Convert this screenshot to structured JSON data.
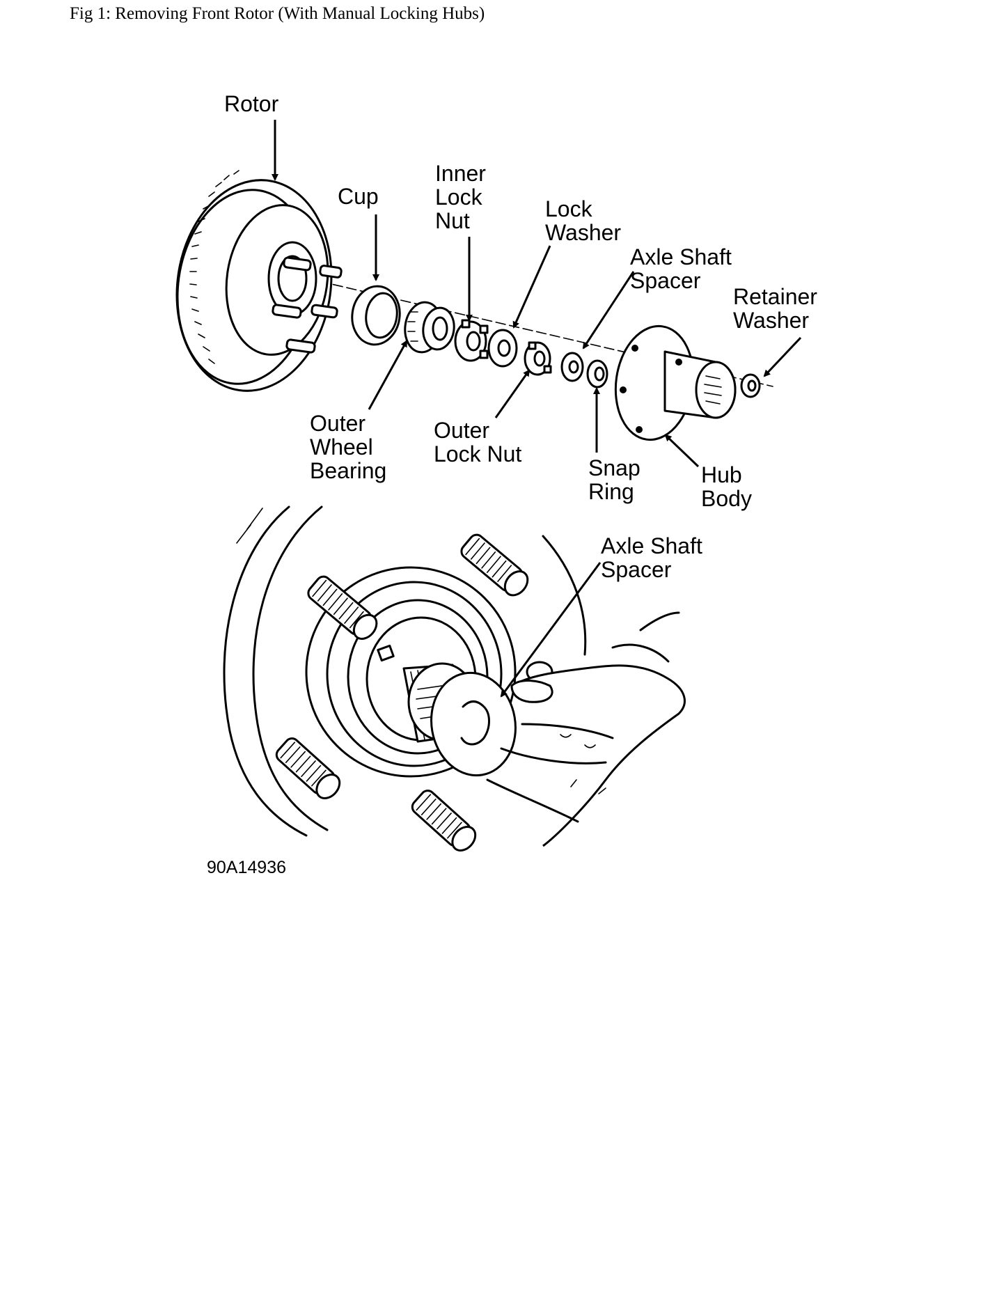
{
  "caption": "Fig 1: Removing Front Rotor (With Manual Locking Hubs)",
  "figure_code": "90A14936",
  "labels": {
    "rotor": "Rotor",
    "cup": "Cup",
    "inner_lock_nut": [
      "Inner",
      "Lock",
      "Nut"
    ],
    "lock_washer": [
      "Lock",
      "Washer"
    ],
    "axle_shaft_spacer": [
      "Axle Shaft",
      "Spacer"
    ],
    "retainer_washer": [
      "Retainer",
      "Washer"
    ],
    "outer_wheel_bearing": [
      "Outer",
      "Wheel",
      "Bearing"
    ],
    "outer_lock_nut": [
      "Outer",
      "Lock Nut"
    ],
    "snap_ring": [
      "Snap",
      "Ring"
    ],
    "hub_body": [
      "Hub",
      "Body"
    ],
    "detail_axle_shaft_spacer": [
      "Axle Shaft",
      "Spacer"
    ]
  }
}
